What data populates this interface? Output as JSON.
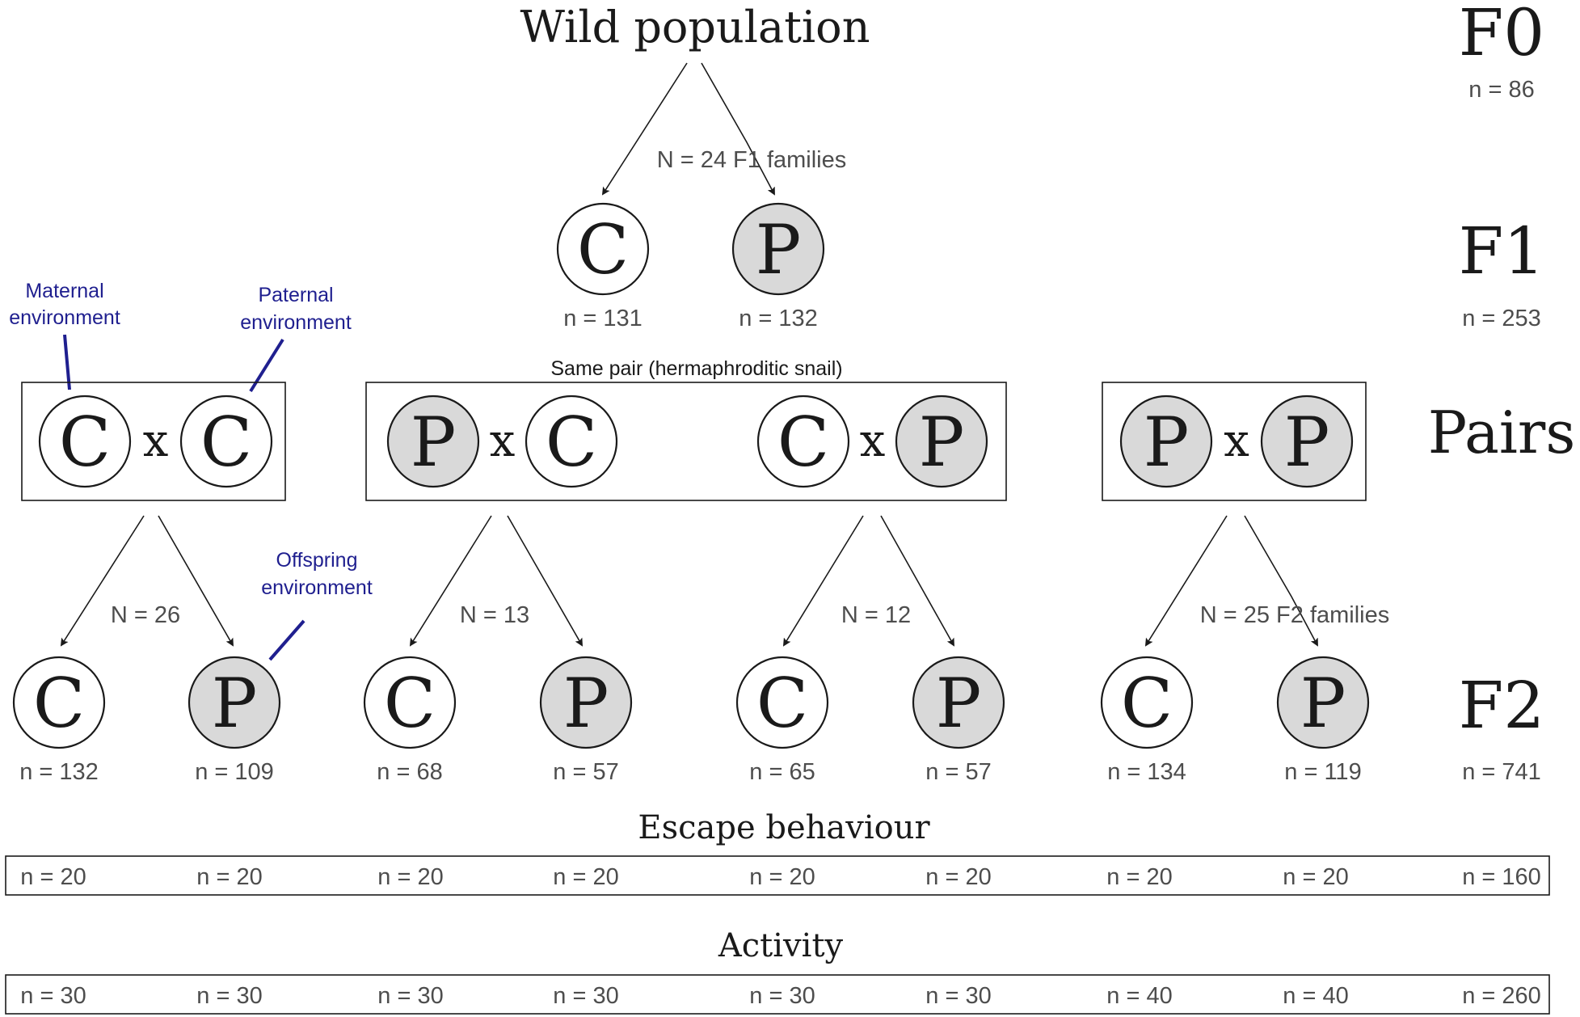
{
  "title": "Wild population",
  "generations": {
    "f0": {
      "label": "F0",
      "count": "n = 86"
    },
    "f1": {
      "label": "F1",
      "count": "n = 253"
    },
    "pairs": {
      "label": "Pairs"
    },
    "f2": {
      "label": "F2",
      "count": "n = 741"
    }
  },
  "f1_families_label": "N = 24 F1 families",
  "f1_nodes": [
    {
      "letter": "C",
      "count": "n = 131",
      "predator": false
    },
    {
      "letter": "P",
      "count": "n = 132",
      "predator": true
    }
  ],
  "annotations": {
    "maternal": [
      "Maternal",
      "environment"
    ],
    "paternal": [
      "Paternal",
      "environment"
    ],
    "offspring": [
      "Offspring",
      "environment"
    ],
    "same_pair": "Same pair (hermaphroditic snail)"
  },
  "cross_symbol": "x",
  "pairs": [
    {
      "left": "C",
      "right": "C",
      "left_predator": false,
      "right_predator": false
    },
    {
      "left": "P",
      "right": "C",
      "left_predator": true,
      "right_predator": false
    },
    {
      "left": "C",
      "right": "P",
      "left_predator": false,
      "right_predator": true
    },
    {
      "left": "P",
      "right": "P",
      "left_predator": true,
      "right_predator": true
    }
  ],
  "pair_family_labels": [
    "N = 26",
    "N = 13",
    "N = 12",
    "N = 25 F2 families"
  ],
  "f2_nodes": [
    {
      "letter": "C",
      "count": "n = 132",
      "predator": false
    },
    {
      "letter": "P",
      "count": "n = 109",
      "predator": true
    },
    {
      "letter": "C",
      "count": "n = 68",
      "predator": false
    },
    {
      "letter": "P",
      "count": "n = 57",
      "predator": true
    },
    {
      "letter": "C",
      "count": "n = 65",
      "predator": false
    },
    {
      "letter": "P",
      "count": "n = 57",
      "predator": true
    },
    {
      "letter": "C",
      "count": "n = 134",
      "predator": false
    },
    {
      "letter": "P",
      "count": "n = 119",
      "predator": true
    }
  ],
  "escape": {
    "title": "Escape behaviour",
    "counts": [
      "n = 20",
      "n = 20",
      "n = 20",
      "n = 20",
      "n = 20",
      "n = 20",
      "n = 20",
      "n = 20",
      "n = 160"
    ]
  },
  "activity": {
    "title": "Activity",
    "counts": [
      "n = 30",
      "n = 30",
      "n = 30",
      "n = 30",
      "n = 30",
      "n = 30",
      "n = 40",
      "n = 40",
      "n = 260"
    ]
  },
  "colors": {
    "ink": "#1a1a1a",
    "count_text": "#4d4d4d",
    "predator_fill": "#d9d9d9",
    "control_fill": "#ffffff",
    "annotation": "#1f1f8f"
  }
}
